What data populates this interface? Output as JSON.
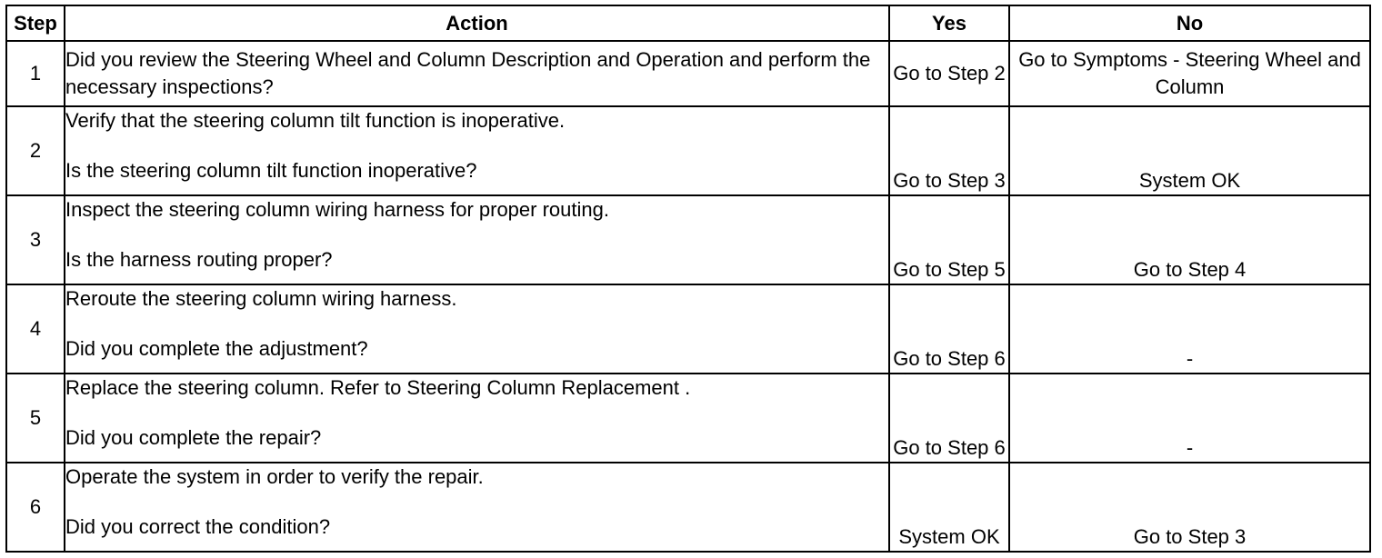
{
  "headers": {
    "step": "Step",
    "action": "Action",
    "yes": "Yes",
    "no": "No"
  },
  "rows": [
    {
      "step": "1",
      "action": "Did you review the Steering Wheel and Column Description and Operation and perform the necessary inspections?",
      "yes": "Go to Step 2",
      "no": "Go to Symptoms - Steering Wheel and Column"
    },
    {
      "step": "2",
      "action_instruction": "Verify that the steering column tilt function is inoperative.",
      "action_question": "Is the steering column tilt function inoperative?",
      "yes": "Go to Step 3",
      "no": "System OK"
    },
    {
      "step": "3",
      "action_instruction": "Inspect the steering column wiring harness for proper routing.",
      "action_question": "Is the harness routing proper?",
      "yes": "Go to Step 5",
      "no": "Go to Step 4"
    },
    {
      "step": "4",
      "action_instruction": "Reroute the steering column wiring harness.",
      "action_question": "Did you complete the adjustment?",
      "yes": "Go to Step 6",
      "no": "-"
    },
    {
      "step": "5",
      "action_instruction": "Replace the steering column. Refer to Steering Column Replacement .",
      "action_question": "Did you complete the repair?",
      "yes": "Go to Step 6",
      "no": "-"
    },
    {
      "step": "6",
      "action_instruction": "Operate the system in order to verify the repair.",
      "action_question": "Did you correct the condition?",
      "yes": "System OK",
      "no": "Go to Step 3"
    }
  ]
}
